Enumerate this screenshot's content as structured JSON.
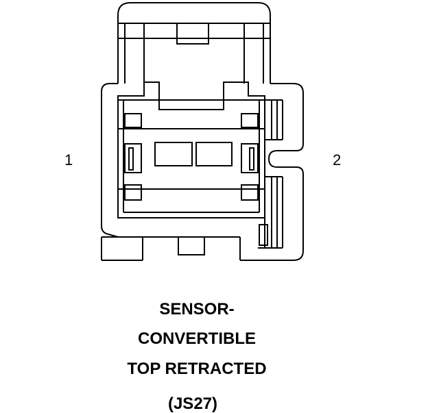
{
  "pins": {
    "left": "1",
    "right": "2"
  },
  "caption": {
    "line1": "SENSOR-",
    "line2": "CONVERTIBLE",
    "line3": "TOP RETRACTED",
    "code": "(JS27)"
  },
  "colors": {
    "ink": "#000000",
    "background": "#ffffff"
  }
}
